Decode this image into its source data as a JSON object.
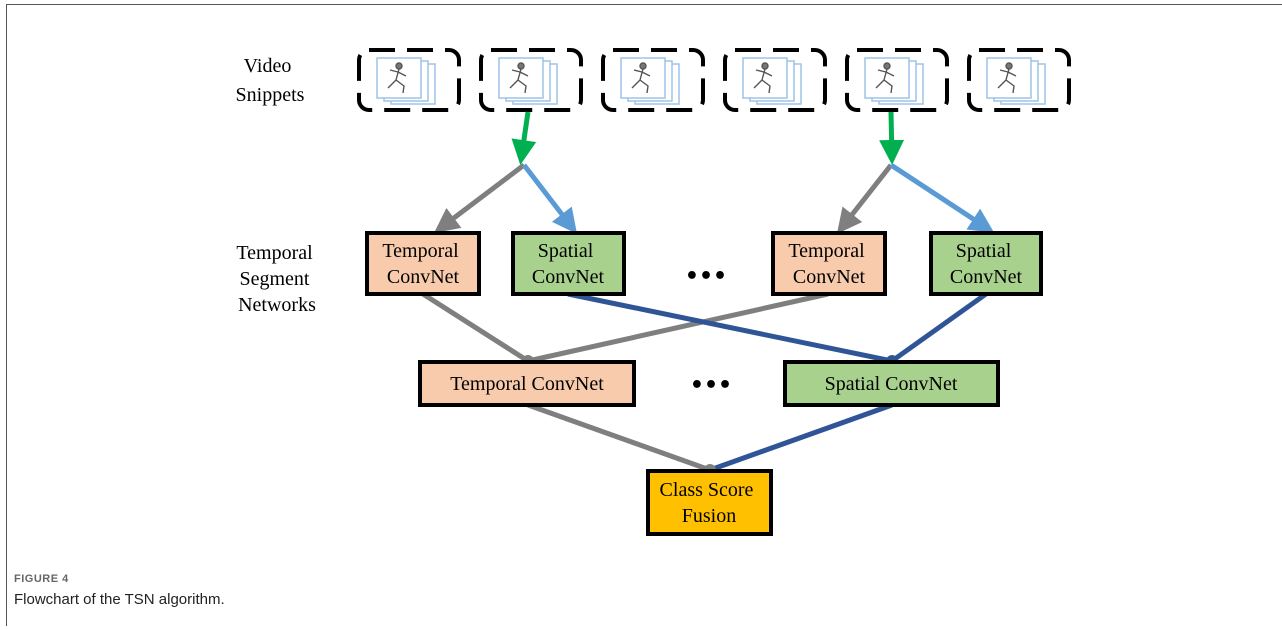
{
  "diagram": {
    "left_labels": {
      "video_snippets": [
        "Video",
        "Snippets"
      ],
      "tsn": [
        "Temporal",
        "Segment",
        "Networks"
      ]
    },
    "nodes": {
      "temporal_1": [
        "Temporal",
        "ConvNet"
      ],
      "spatial_1": [
        "Spatial",
        "ConvNet"
      ],
      "temporal_2": [
        "Temporal",
        "ConvNet"
      ],
      "spatial_2": [
        "Spatial",
        "ConvNet"
      ],
      "temporal_agg": "Temporal ConvNet",
      "spatial_agg": "Spatial ConvNet",
      "fusion": [
        "Class Score",
        "Fusion"
      ]
    },
    "ellipsis": "•••",
    "snippet_count": 6,
    "colors": {
      "temporal": "#f8cbad",
      "spatial": "#a9d18e",
      "fusion": "#ffc000",
      "gray_line": "#7f7f7f",
      "blue_line": "#2f5597",
      "light_blue_arrow": "#5b9bd5",
      "green_arrow": "#00b050"
    }
  },
  "caption": {
    "figure_label": "FIGURE 4",
    "text": "Flowchart of the TSN algorithm."
  }
}
